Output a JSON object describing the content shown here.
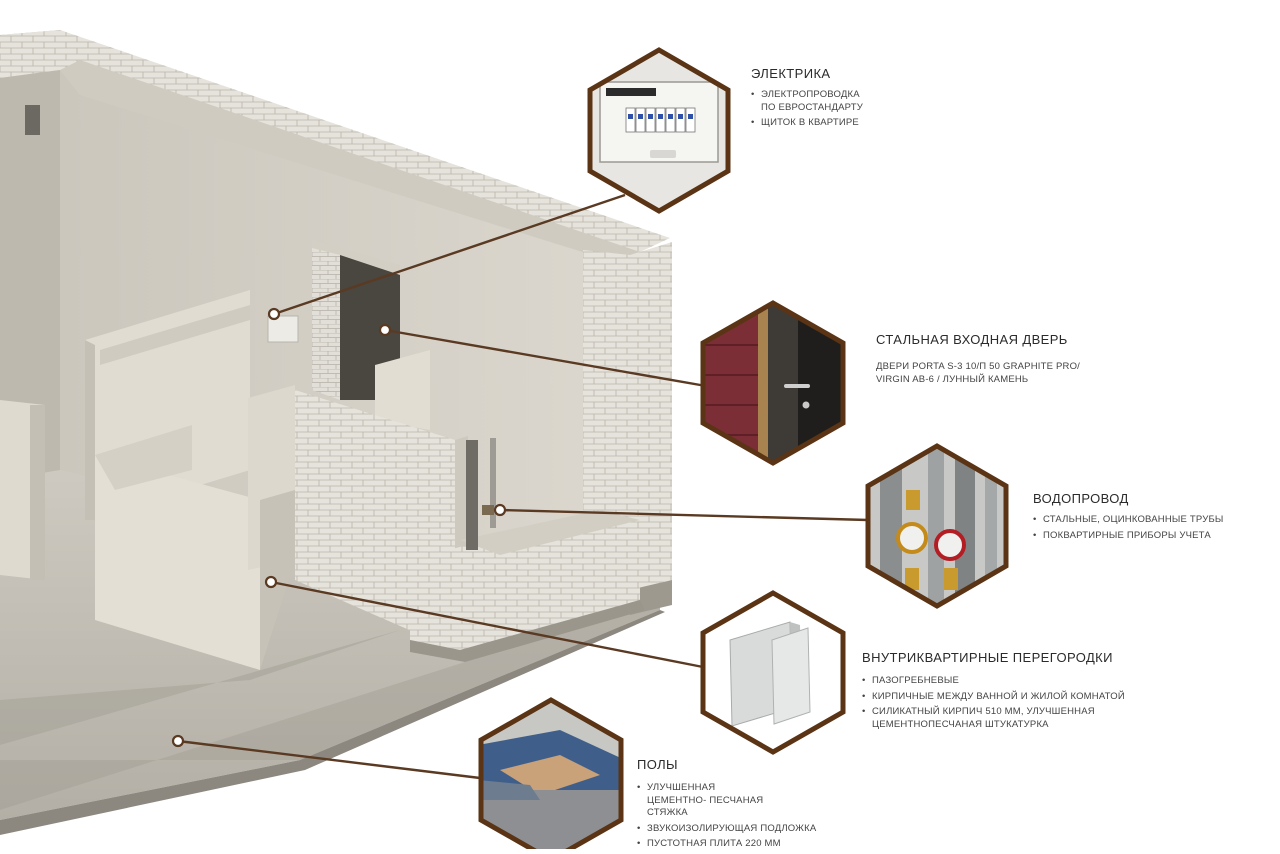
{
  "callouts": {
    "electrics": {
      "title": "ЭЛЕКТРИКА",
      "items": [
        "ЭЛЕКТРОПРОВОДКА ПО ЕВРОСТАНДАРТУ",
        "ЩИТОК В КВАРТИРЕ"
      ],
      "icon": "electrical-panel-icon"
    },
    "door": {
      "title": "СТАЛЬНАЯ ВХОДНАЯ ДВЕРЬ",
      "lines": [
        "ДВЕРИ PORTA S-3 10/П 50 GRAPHITE PRO/",
        "VIRGIN AB-6 / ЛУННЫЙ КАМЕНЬ"
      ],
      "icon": "steel-door-icon"
    },
    "water": {
      "title": "ВОДОПРОВОД",
      "items": [
        "СТАЛЬНЫЕ, ОЦИНКОВАННЫЕ ТРУБЫ",
        "ПОКВАРТИРНЫЕ ПРИБОРЫ УЧЕТА"
      ],
      "icon": "water-meter-icon"
    },
    "partitions": {
      "title": "ВНУТРИКВАРТИРНЫЕ ПЕРЕГОРОДКИ",
      "items": [
        "ПАЗОГРЕБНЕВЫЕ",
        "КИРПИЧНЫЕ МЕЖДУ ВАННОЙ И ЖИЛОЙ КОМНАТОЙ",
        "СИЛИКАТНЫЙ КИРПИЧ 510 ММ, УЛУЧШЕННАЯ"
      ],
      "continuation": "ЦЕМЕНТНОПЕСЧАНАЯ ШТУКАТУРКА",
      "icon": "partition-panel-icon"
    },
    "floors": {
      "title": "ПОЛЫ",
      "items": [
        "УЛУЧШЕННАЯ ЦЕМЕНТНО- ПЕСЧАНАЯ СТЯЖКА",
        "ЗВУКОИЗОЛИРУЮЩАЯ ПОДЛОЖКА",
        "ПУСТОТНАЯ ПЛИТА 220 ММ"
      ],
      "icon": "floor-layers-icon"
    }
  },
  "colors": {
    "leader": "#5a3a22",
    "hex_border": "#5a3414",
    "plaster": "#d9d5cb",
    "brick": "#e4e1da",
    "floor": "#bdb9b0"
  }
}
